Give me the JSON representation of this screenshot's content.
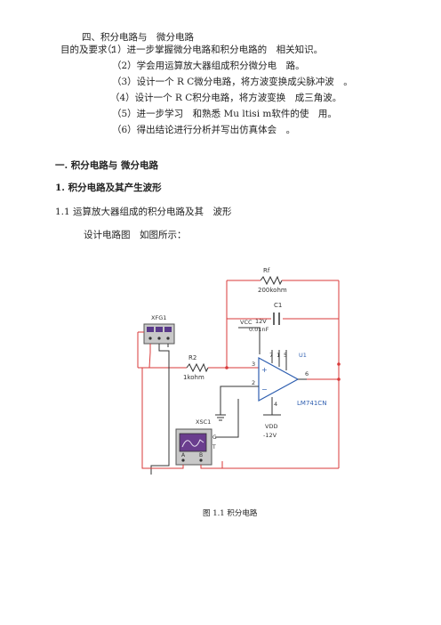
{
  "section": {
    "title": "四、积分电路与　微分电路",
    "goal_prefix": "目的及要求 ：",
    "goals": [
      "（1）进一步掌握微分电路和积分电路的　相关知识。",
      "（2）学会用运算放大器组成积分微分电　路。",
      "（3）设计一个 R C微分电路，将方波变换成尖脉冲波　。",
      "（4）设计一个 R C积分电路，将方波变换　成三角波。",
      "（5）进一步学习　和熟悉 Mu ltisi m软件的使　用。",
      "（6）得出结论进行分析并写出仿真体会　。"
    ]
  },
  "heading1": "一.  积分电路与 微分电路",
  "heading2": "1.   积分电路及其产生波形",
  "sub_heading": "1.1 运算放大器组成的积分电路及其　波形",
  "design_text": "设计电路图　如图所示：",
  "circuit": {
    "rf_label": "Rf",
    "rf_value": "200kohm",
    "c1_label": "C1",
    "c1_voltage": "12V",
    "c1_value": "0.01nF",
    "vcc_label": "VCC",
    "xfg_label": "XFG1",
    "r2_label": "R2",
    "r2_value": "1kohm",
    "u1_label": "U1",
    "opamp_model": "LM741CN",
    "vdd_label": "VDD",
    "vdd_value": "-12V",
    "xsc_label": "XSC1",
    "pin3": "3",
    "pin2": "2",
    "pin7": "7",
    "pin1": "1",
    "pin5": "5",
    "pin4": "4",
    "pin6": "6",
    "plus_sign": "+",
    "minus_sign": "−",
    "scope_g": "G",
    "scope_t": "T",
    "scope_a": "A",
    "scope_b": "B"
  },
  "figure_caption": "图  1.1 积分电路",
  "colors": {
    "wire_red": "#d93a3a",
    "wire_dark": "#333333",
    "opamp_blue": "#2f5fb0",
    "scope_purple": "#6a3d8e"
  }
}
